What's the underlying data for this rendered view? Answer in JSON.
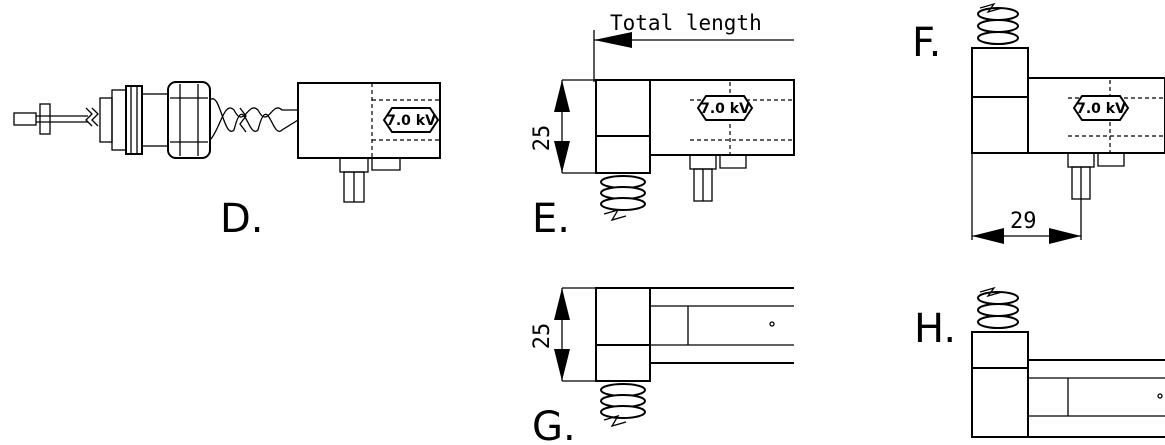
{
  "variants": {
    "d": "D.",
    "e": "E.",
    "f": "F.",
    "g": "G.",
    "h": "H."
  },
  "total_length": "Total length",
  "voltage_badge": "7.0 kV",
  "dimensions": {
    "e_height": "25",
    "g_height": "25",
    "f_offset": "29"
  }
}
